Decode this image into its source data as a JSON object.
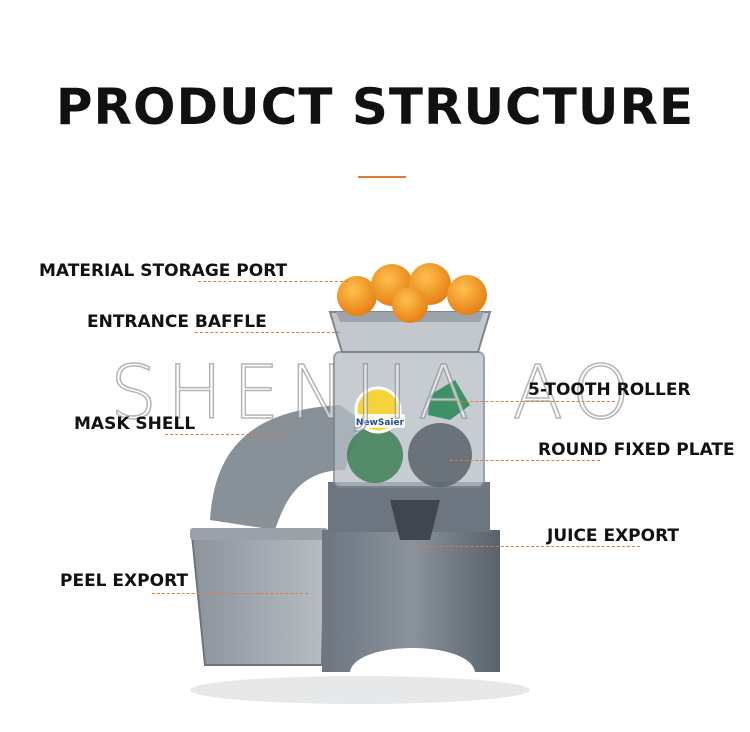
{
  "title": "PRODUCT STRUCTURE",
  "watermark": "SHENJIA AO",
  "brand_badge": "NewSaier",
  "labels": {
    "material_storage_port": "MATERIAL STORAGE PORT",
    "entrance_baffle": "ENTRANCE BAFFLE",
    "mask_shell": "MASK SHELL",
    "peel_export": "PEEL EXPORT",
    "five_tooth_roller": "5-TOOTH ROLLER",
    "round_fixed_plate": "ROUND FIXED PLATE",
    "juice_export": "JUICE EXPORT"
  },
  "colors": {
    "accent": "#e07a3a",
    "machine_body": "#5f6873",
    "orange": "#f39a1f"
  }
}
